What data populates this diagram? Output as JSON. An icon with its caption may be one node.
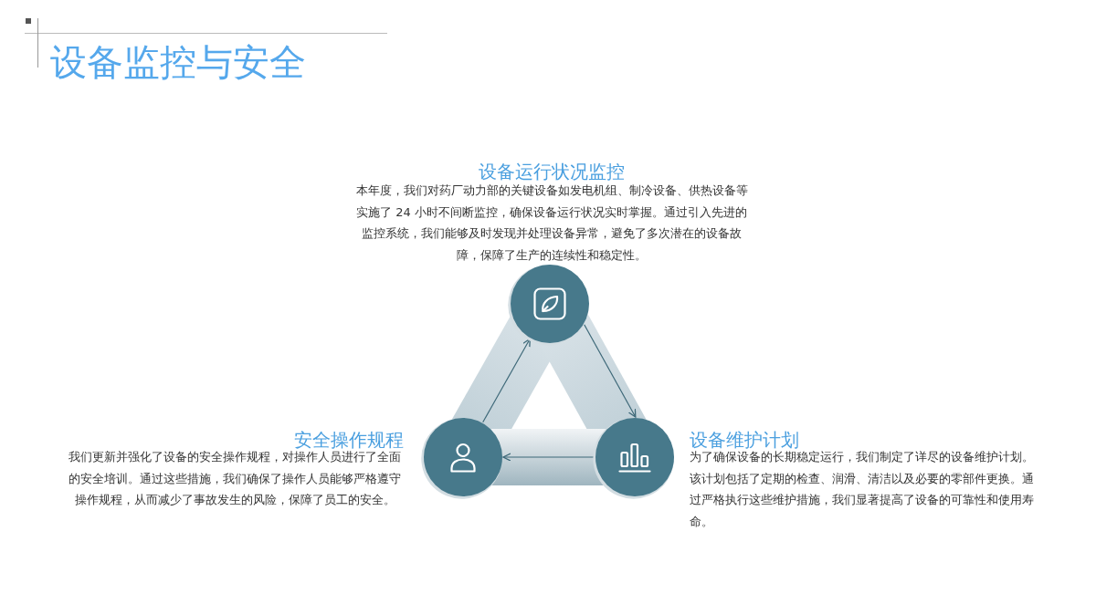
{
  "diagram": {
    "title": "设备监控与安全",
    "nodes": [
      {
        "text": [],
        "shape": "circle",
        "beside": [
          "设备运行状况监控",
          "本年度，我们对药厂动力部的关键设备如发电机组、制冷设备、供热设备等实施了 24 小时不间断监控，确保设备运行状况实时掌握。通过引入先进的监控系统，我们能够及时发现并处理设备异常，避免了多次潜在的设备故障，保障了生产的连续性和稳定性。"
        ]
      },
      {
        "text": [],
        "shape": "circle",
        "beside": [
          "安全操作规程",
          "我们更新并强化了设备的安全操作规程，对操作人员进行了全面的安全培训。通过这些措施，我们确保了操作人员能够严格遵守操作规程，从而减少了事故发生的风险，保障了员工的安全。"
        ]
      },
      {
        "text": [],
        "shape": "circle",
        "beside": [
          "设备维护计划",
          "为了确保设备的长期稳定运行，我们制定了详尽的设备维护计划。该计划包括了定期的检查、润滑、清洁以及必要的零部件更换。通过严格执行这些维护措施，我们显著提高了设备的可靠性和使用寿命。"
        ]
      }
    ],
    "edges": [
      {
        "from": 0,
        "to": 2,
        "arrow": "to"
      },
      {
        "from": 2,
        "to": 1,
        "arrow": "to"
      },
      {
        "from": 1,
        "to": 0,
        "arrow": "to"
      }
    ]
  }
}
